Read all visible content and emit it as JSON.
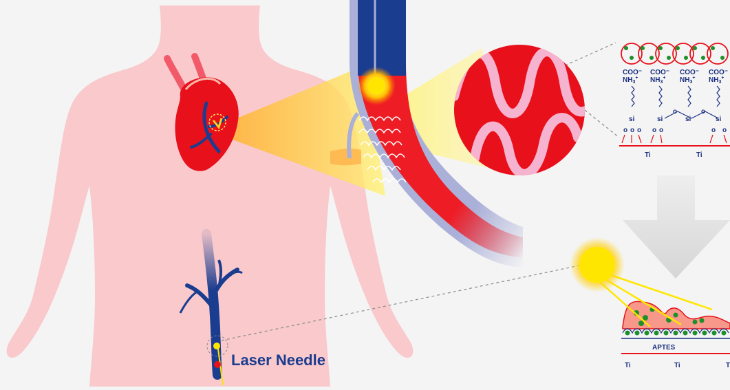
{
  "labels": {
    "laser_needle": "Laser Needle",
    "aptes": "APTES",
    "ti": "Ti",
    "coo": "COO⁻",
    "nh3": "NH",
    "nh3_sub": "3",
    "nh3_sup": "+",
    "si": "si",
    "o": "o"
  },
  "colors": {
    "background": "#f4f4f4",
    "body": "#f9c9cc",
    "heart": "#e8101a",
    "vessel_red": "#ee1c24",
    "vein_blue": "#1b3d8f",
    "beam_yellow": "#fff27a",
    "light_core": "#ffe600",
    "accent_pink": "#f6b3cf",
    "particle_green": "#1f8f2a",
    "chem_blue": "#1a2f80",
    "arrow_grey": "#dcdcdc"
  }
}
